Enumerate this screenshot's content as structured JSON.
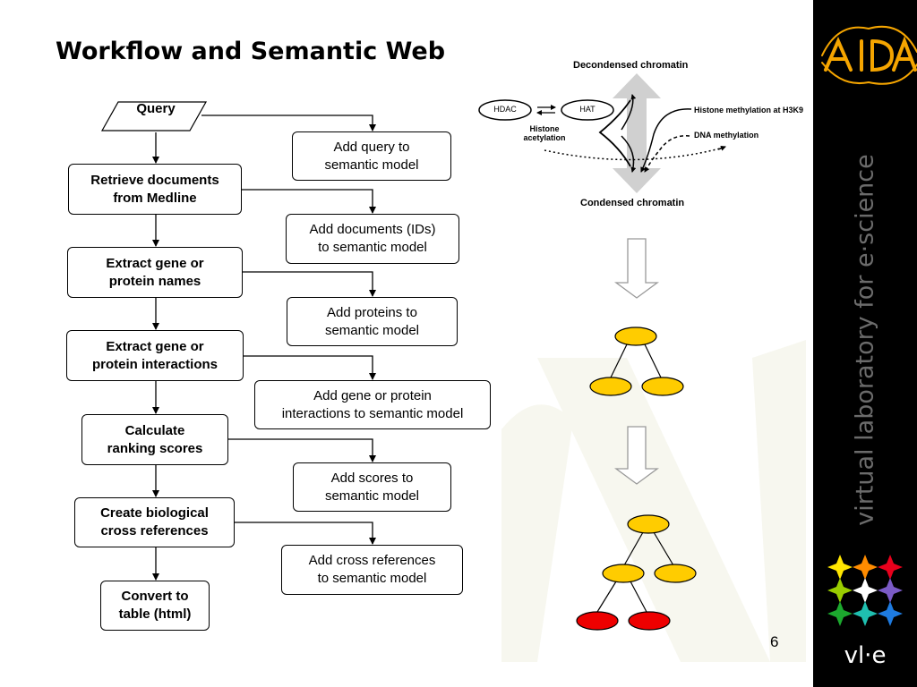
{
  "slide": {
    "title": "Workflow and Semantic Web",
    "page_number": "6"
  },
  "workflow": {
    "query": "Query",
    "steps": [
      "Retrieve documents\nfrom Medline",
      "Extract gene or\nprotein names",
      "Extract gene or\nprotein interactions",
      "Calculate\nranking scores",
      "Create biological\ncross references",
      "Convert to\ntable (html)"
    ],
    "semantic_steps": [
      "Add query to\nsemantic model",
      "Add documents (IDs)\nto semantic model",
      "Add proteins to\nsemantic model",
      "Add gene or protein\ninteractions to semantic model",
      "Add scores to\nsemantic model",
      "Add cross references\nto semantic model"
    ]
  },
  "chromatin": {
    "top_label": "Decondensed chromatin",
    "bottom_label": "Condensed chromatin",
    "hdac": "HDAC",
    "hat": "HAT",
    "histone_acetylation": "Histone\nacetylation",
    "histone_methylation": "Histone methylation at H3K9",
    "dna_methylation": "DNA methylation"
  },
  "colors": {
    "node_yellow": "#FFCC00",
    "node_red": "#EE0000",
    "sidebar": "#000000"
  },
  "branding": {
    "sidebar_text": "virtual laboratory for e·science",
    "logo_bottom": "vl·e"
  }
}
